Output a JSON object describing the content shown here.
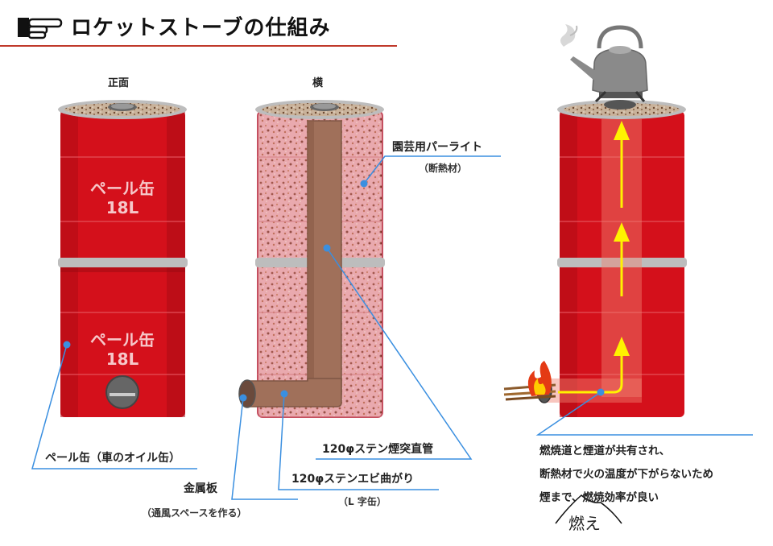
{
  "title": "ロケットストーブの仕組み",
  "views": {
    "front_label": "正面",
    "side_label": "横"
  },
  "can_label": {
    "line1": "ペール缶",
    "line2": "18L"
  },
  "callouts": {
    "pail_can": "ペール缶（車のオイル缶）",
    "perlite": "園芸用パーライト",
    "perlite_sub": "（断熱材）",
    "chimney": "120φステン煙突直管",
    "elbow": "120φステンエビ曲がり",
    "elbow_sub": "（L 字缶）",
    "metal_plate": "金属板",
    "metal_plate_sub": "（通風スペースを作る）"
  },
  "explanation": {
    "line1": "燃焼道と煙道が共有され、",
    "line2": "断熱材で火の温度が下がらないため",
    "line3": "煙まで、燃焼効率が良い",
    "handwriting": "燃え"
  },
  "colors": {
    "can_red": "#d4101b",
    "can_dark": "#9a0a12",
    "rim_gray": "#bdbdbd",
    "perlite_pink": "#e9a7ab",
    "pipe_brown": "#9c6c55",
    "leader_blue": "#3a8fe0",
    "arrow_yellow": "#fff200",
    "title_rule": "#c0392b"
  },
  "icons": [
    "pointing-hand-icon",
    "kettle-icon",
    "steam-icon",
    "flame-icon"
  ]
}
